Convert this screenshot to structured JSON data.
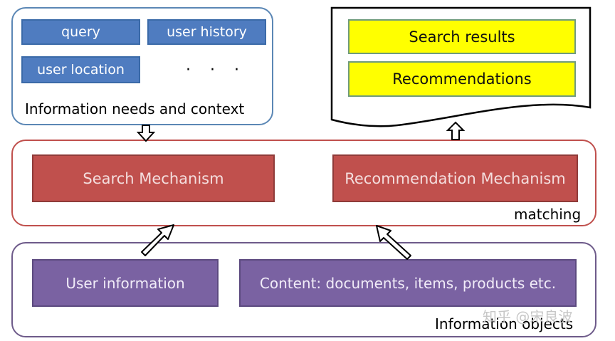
{
  "context": {
    "chips": [
      "query",
      "user history",
      "user location"
    ],
    "ellipsis": "· · ·",
    "caption": "Information needs and context"
  },
  "output": {
    "items": [
      "Search results",
      "Recommendations"
    ]
  },
  "matching": {
    "mechanisms": [
      "Search Mechanism",
      "Recommendation Mechanism"
    ],
    "caption": "matching"
  },
  "objects": {
    "items": [
      "User information",
      "Content: documents, items, products etc."
    ],
    "caption": "Information objects"
  },
  "watermark": "知乎 @宋良波",
  "colors": {
    "context": "#4f7cc0",
    "output": "#ffff00",
    "mechanism": "#c0504d",
    "objects": "#7a62a2"
  }
}
